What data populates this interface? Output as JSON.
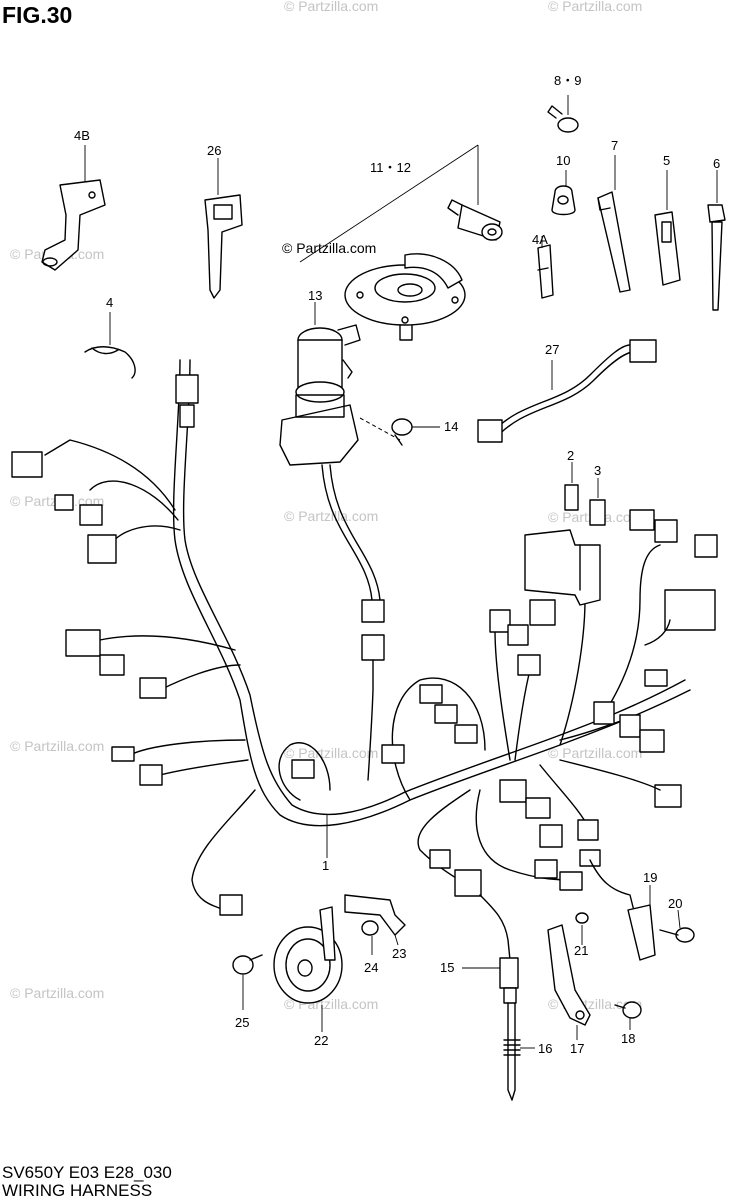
{
  "figure": {
    "label": "FIG.30",
    "copyright_text": "© Partzilla.com",
    "model_code": "SV650Y E03 E28_030",
    "title": "WIRING HARNESS"
  },
  "watermark": {
    "text": "© Partzilla.com",
    "color": "#c4c4c4"
  },
  "callouts": [
    "8・9",
    "4B",
    "26",
    "11・12",
    "10",
    "7",
    "5",
    "6",
    "4A",
    "4",
    "13",
    "27",
    "14",
    "2",
    "3",
    "1",
    "19",
    "20",
    "21",
    "15",
    "24",
    "23",
    "25",
    "22",
    "17",
    "18",
    "16"
  ]
}
